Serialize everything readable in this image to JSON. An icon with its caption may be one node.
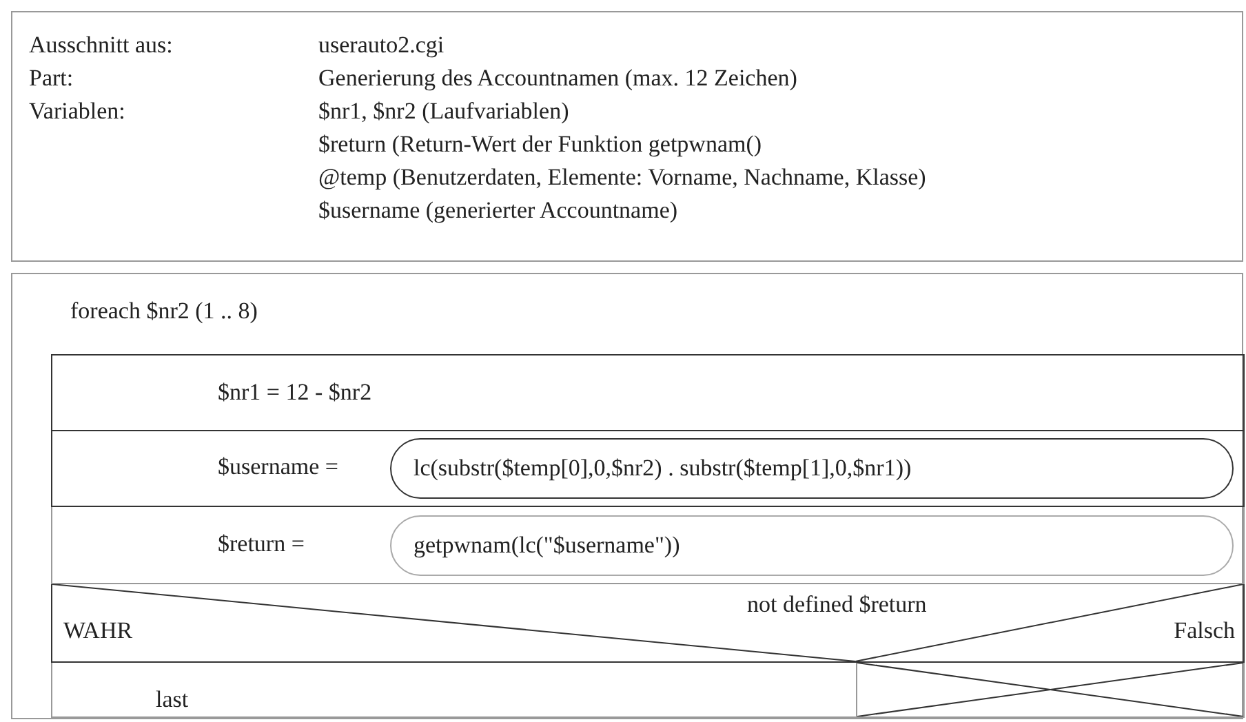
{
  "diagram": {
    "nodes": [
      {
        "text": [
          "Ausschnitt aus:",
          "userauto2.cgi",
          "Part:",
          "Generierung des Accountnamen (max. 12 Zeichen)",
          "Variablen:",
          "$nr1, $nr2 (Laufvariablen)",
          "$return (Return-Wert der Funktion getpwnam()",
          "@temp (Benutzerdaten, Elemente: Vorname, Nachname, Klasse)",
          "$username (generierter Accountname)"
        ]
      },
      {
        "text": [
          "foreach $nr2 (1 .. 8)"
        ]
      },
      {
        "text": [
          "$nr1 = 12 - $nr2"
        ],
        "in": 1
      },
      {
        "text": [
          "$username ="
        ],
        "in": 1
      },
      {
        "text": [
          "lc(substr($temp[0],0,$nr2) . substr($temp[1],0,$nr1))"
        ],
        "in": 3
      },
      {
        "text": [
          "$return ="
        ],
        "in": 1
      },
      {
        "text": [
          "getpwnam(lc(\"$username\"))"
        ],
        "in": 5
      },
      {
        "text": [
          "not defined $return",
          "WAHR",
          "Falsch"
        ],
        "in": 1
      },
      {
        "text": [
          "last"
        ],
        "in": 1
      },
      {
        "text": [],
        "shape": "box",
        "in": 1
      }
    ]
  }
}
